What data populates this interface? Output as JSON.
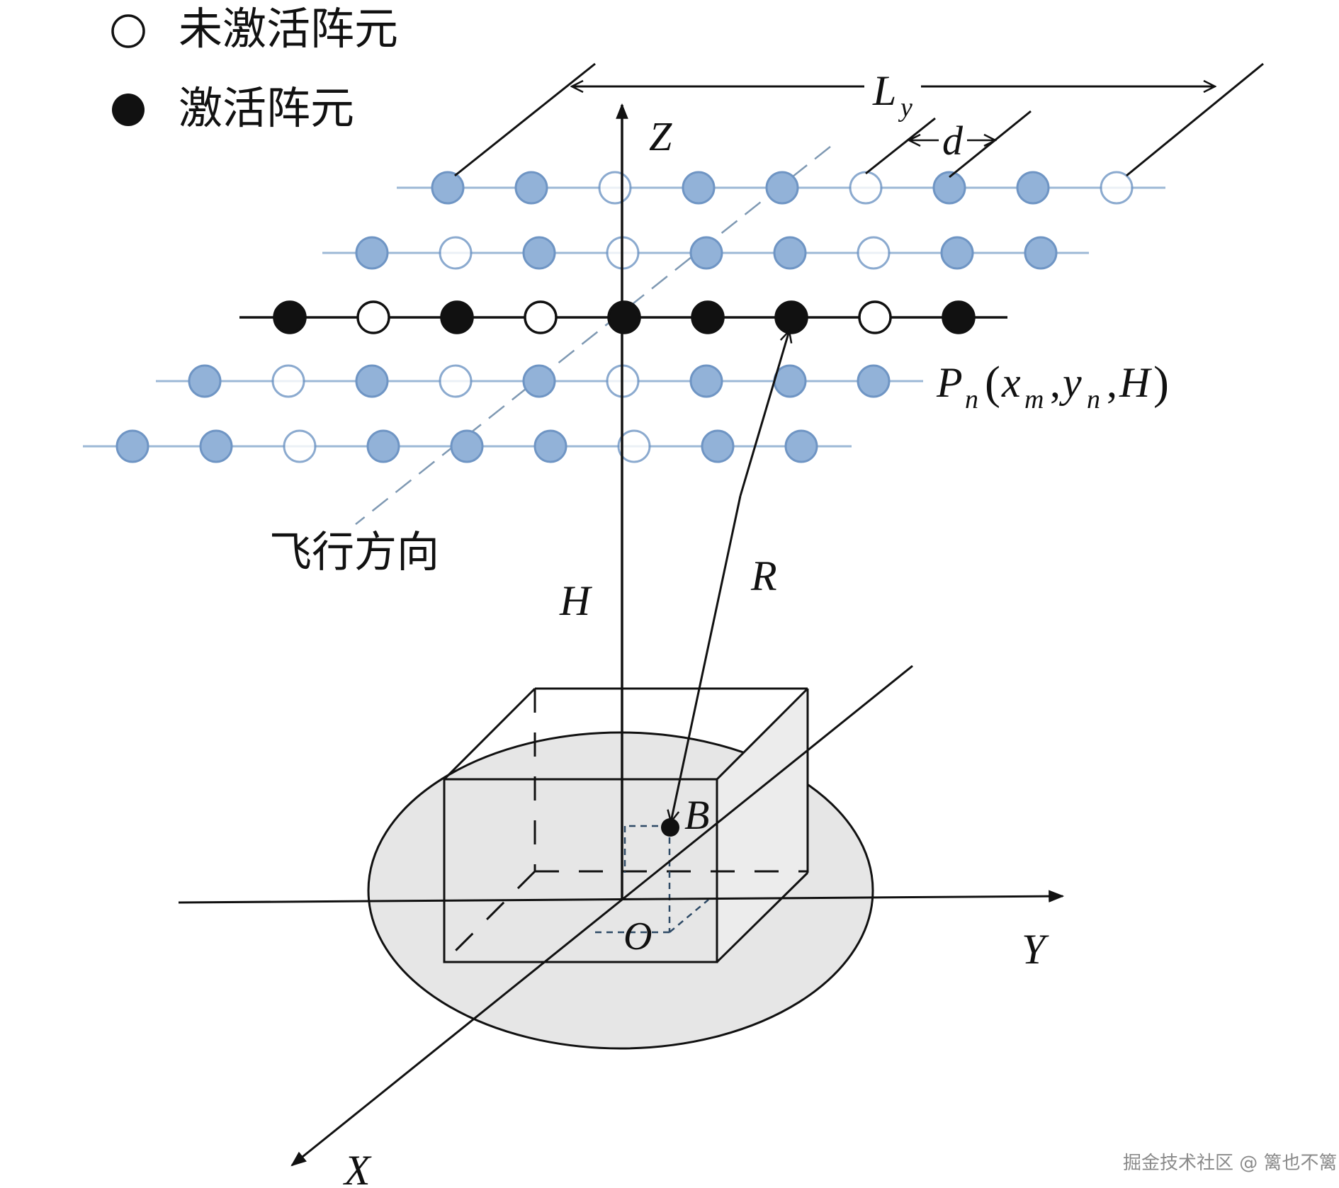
{
  "legend": {
    "inactive_label": "未激活阵元",
    "active_label": "激活阵元"
  },
  "labels": {
    "Ly_main": "L",
    "Ly_sub": "y",
    "d": "d",
    "Z": "Z",
    "H": "H",
    "R": "R",
    "B": "B",
    "O": "O",
    "X": "X",
    "Y": "Y",
    "flight_direction": "飞行方向",
    "point_P": "P",
    "point_P_sub": "n",
    "point_P_open": "(",
    "point_P_x": "x",
    "point_P_x_sub": "m",
    "point_P_comma1": ",",
    "point_P_y": "y",
    "point_P_y_sub": "n",
    "point_P_comma2": ",",
    "point_P_H": "H",
    "point_P_close": ")"
  },
  "watermark": "掘金技术社区 @ 篱也不篱",
  "colors": {
    "ink": "#111111",
    "faded_fill": "#92b2d8",
    "faded_stroke": "#6f95c4",
    "faded_line": "#9cb8d6",
    "dashed_blue": "#7f99b3",
    "ground": "#e6e6e6",
    "box_side": "#ececec"
  },
  "array_rows": [
    {
      "row": 1,
      "status": "faded",
      "elements": [
        "active",
        "active",
        "inactive",
        "active",
        "active",
        "inactive",
        "active",
        "active",
        "inactive"
      ]
    },
    {
      "row": 2,
      "status": "faded",
      "elements": [
        "active",
        "inactive",
        "active",
        "inactive",
        "active",
        "active",
        "inactive",
        "active",
        "active"
      ]
    },
    {
      "row": 3,
      "status": "front",
      "elements": [
        "active",
        "inactive",
        "active",
        "inactive",
        "active",
        "active",
        "active",
        "inactive",
        "active"
      ]
    },
    {
      "row": 4,
      "status": "faded",
      "elements": [
        "active",
        "inactive",
        "active",
        "inactive",
        "active",
        "inactive",
        "active",
        "active",
        "active"
      ]
    },
    {
      "row": 5,
      "status": "faded",
      "elements": [
        "active",
        "active",
        "inactive",
        "active",
        "active",
        "active",
        "inactive",
        "active",
        "active"
      ]
    }
  ]
}
